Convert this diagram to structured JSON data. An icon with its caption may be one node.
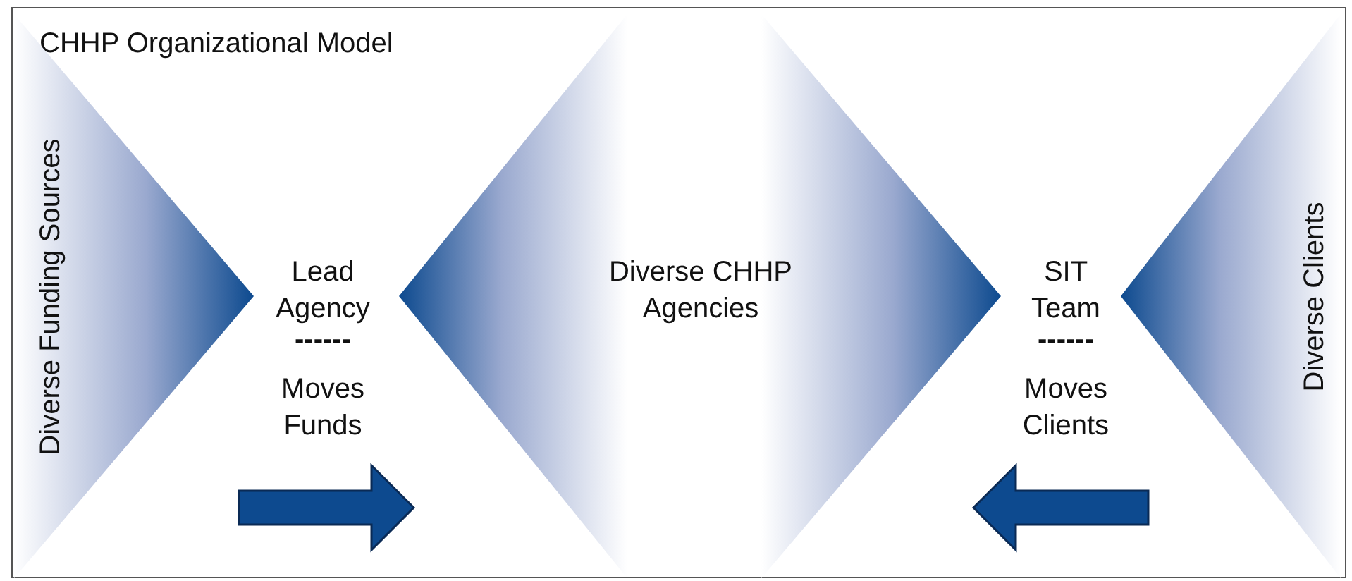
{
  "diagram": {
    "title": "CHHP Organizational Model",
    "nodes": [
      {
        "text": [
          "Diverse Funding Sources"
        ]
      },
      {
        "text": [
          "Diverse CHHP Agencies"
        ]
      },
      {
        "text": [
          "Diverse Clients"
        ]
      }
    ],
    "edges": [
      {
        "from": 0,
        "to": 1,
        "arrow": "to",
        "style": "thick"
      },
      {
        "from": 2,
        "to": 1,
        "arrow": "to",
        "style": "thick"
      }
    ],
    "labels": [
      "Lead Agency",
      "------",
      "Moves Funds",
      "SIT Team",
      "------",
      "Moves Clients"
    ]
  }
}
